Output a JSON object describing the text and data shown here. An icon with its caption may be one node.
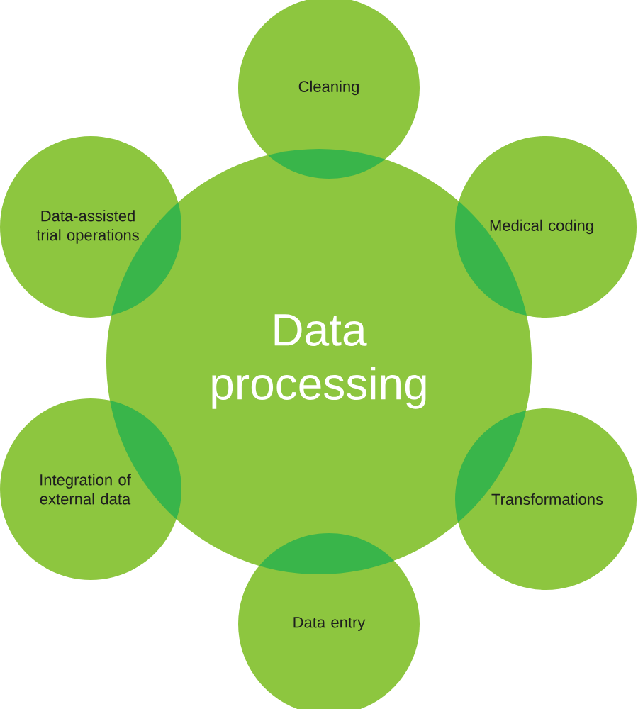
{
  "diagram": {
    "nodes": [
      {
        "text": [
          "Data processing"
        ]
      },
      {
        "text": [
          "Cleaning"
        ]
      },
      {
        "text": [
          "Medical coding"
        ]
      },
      {
        "text": [
          "Transformations"
        ]
      },
      {
        "text": [
          "Data entry"
        ]
      },
      {
        "text": [
          "Integration of external data"
        ]
      },
      {
        "text": [
          "Data-assisted trial operations"
        ]
      }
    ]
  }
}
